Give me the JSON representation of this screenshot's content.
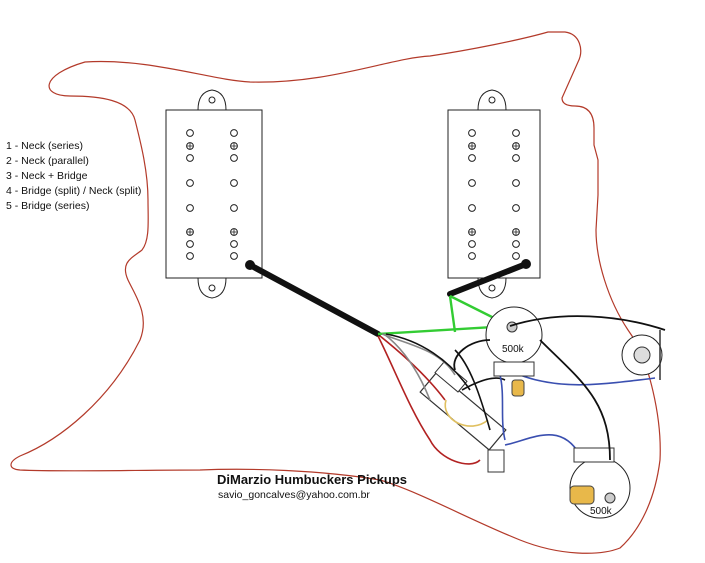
{
  "diagram": {
    "title": "DiMarzio Humbuckers Pickups",
    "credit": "savio_goncalves@yahoo.com.br",
    "switch_positions": [
      "1 - Neck (series)",
      "2 - Neck (parallel)",
      "3 - Neck + Bridge",
      "4 - Bridge (split) / Neck (split)",
      "5 - Bridge (series)"
    ],
    "volume_pot_label": "500k",
    "tone_pot_label": "500k"
  },
  "colors": {
    "pickguard_outline": "#b33a2a",
    "wire_black": "#111111",
    "wire_green": "#33cc33",
    "wire_red": "#b22222",
    "wire_blue": "#3a4fb0",
    "wire_gray": "#888888",
    "capacitor": "#e8b84a"
  }
}
